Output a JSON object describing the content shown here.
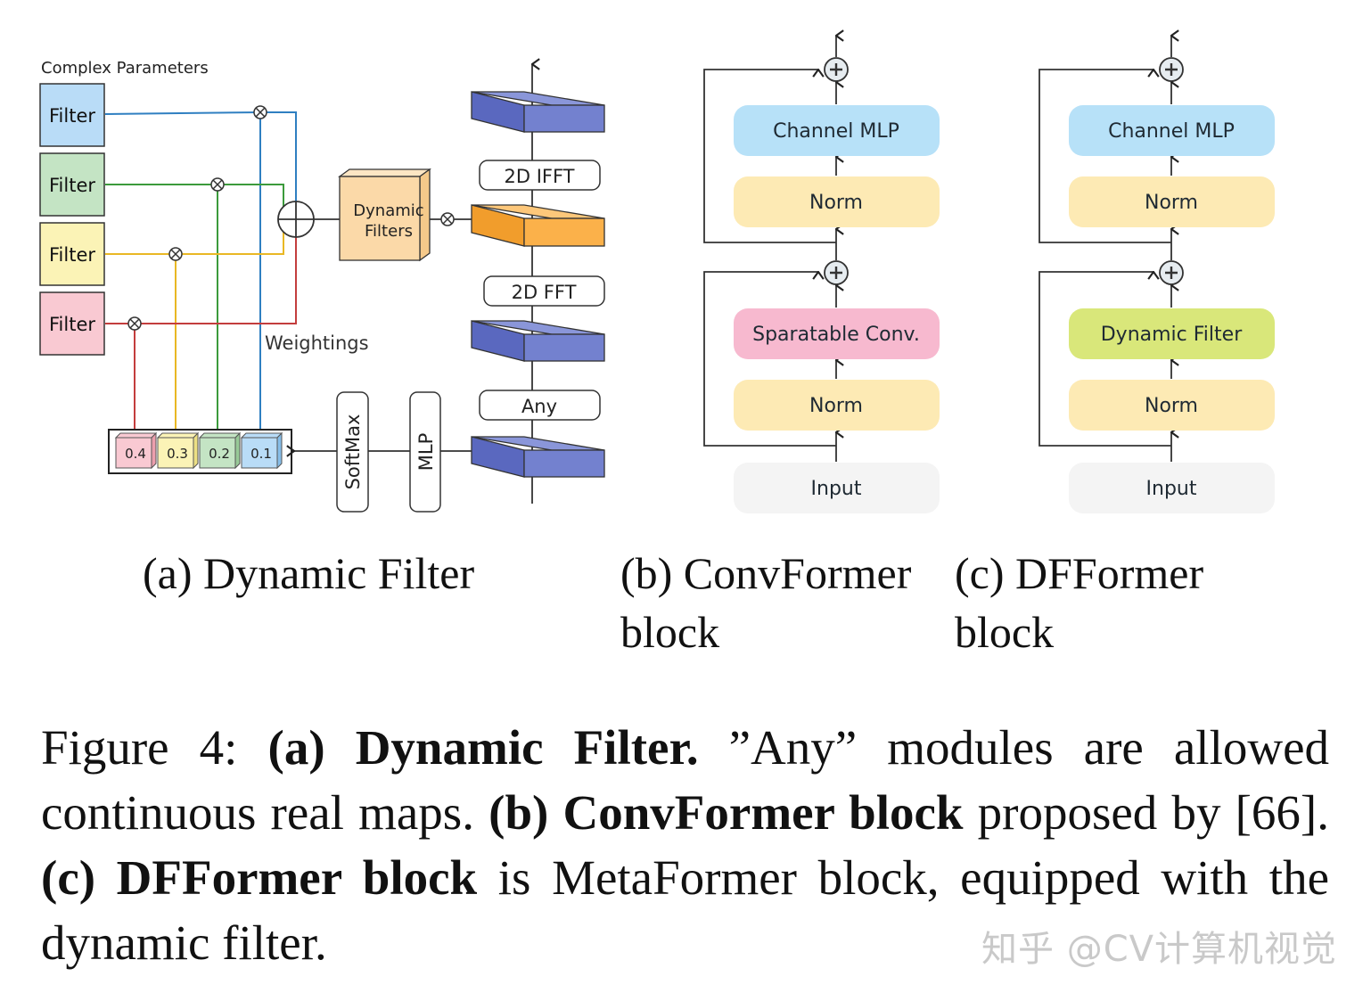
{
  "panel_a": {
    "complex_params_label": "Complex Parameters",
    "filters": [
      {
        "label": "Filter",
        "fill": "#b9dcf7",
        "line": "#2f7fc1"
      },
      {
        "label": "Filter",
        "fill": "#c4e4c4",
        "line": "#3c9a3c"
      },
      {
        "label": "Filter",
        "fill": "#fbf3b6",
        "line": "#e9b824"
      },
      {
        "label": "Filter",
        "fill": "#f9c9d2",
        "line": "#c33d3d"
      }
    ],
    "dynamic_filters_line1": "Dynamic",
    "dynamic_filters_line2": "Filters",
    "weightings_label": "Weightings",
    "weights": [
      "0.4",
      "0.3",
      "0.2",
      "0.1"
    ],
    "softmax_label": "SoftMax",
    "mlp_label": "MLP",
    "ifft_label": "2D IFFT",
    "fft_label": "2D FFT",
    "any_label": "Any",
    "colors": {
      "tensor_blue": "#7381cf",
      "tensor_orange": "#fbb14a",
      "dyn_fill": "#fbd9a8"
    }
  },
  "panel_b": {
    "channel_mlp": "Channel MLP",
    "norm_top": "Norm",
    "mixer": "Sparatable Conv.",
    "norm_bottom": "Norm",
    "input": "Input",
    "mixer_color": "#f7b9cf"
  },
  "panel_c": {
    "channel_mlp": "Channel MLP",
    "norm_top": "Norm",
    "mixer": "Dynamic Filter",
    "norm_bottom": "Norm",
    "input": "Input",
    "mixer_color": "#d9e77a"
  },
  "subcaptions": {
    "a": "(a) Dynamic Filter",
    "b_line1": "(b) ConvFormer",
    "b_line2": "block",
    "c_line1": "(c) DFFormer",
    "c_line2": "block"
  },
  "figure_caption": {
    "prefix": "Figure 4: ",
    "a_bold": "(a) Dynamic Filter.",
    "a_text": " ”Any” modules are allowed continuous real maps. ",
    "b_bold": "(b) ConvFormer block",
    "b_text": " proposed by [66]. ",
    "c_bold": "(c) DFFormer block",
    "c_text": " is MetaFormer block, equipped with the dynamic filter."
  },
  "watermark": "知乎 @CV计算机视觉"
}
